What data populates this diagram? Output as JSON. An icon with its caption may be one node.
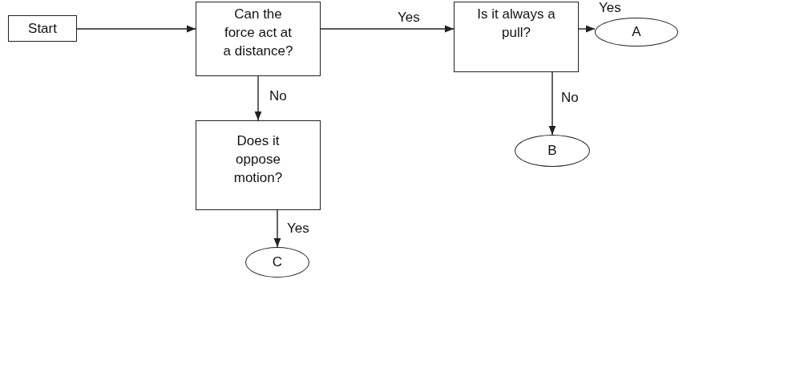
{
  "diagram": {
    "nodes": [
      {
        "text": [
          "Start"
        ]
      },
      {
        "text": [
          "Can the force act at a distance?"
        ]
      },
      {
        "text": [
          "Is it always a pull?"
        ]
      },
      {
        "text": [
          "A"
        ]
      },
      {
        "text": [
          "Does it oppose motion?"
        ]
      },
      {
        "text": [
          "B"
        ]
      },
      {
        "text": [
          "C"
        ]
      }
    ],
    "edges": [
      {
        "from": 0,
        "to": 1,
        "arrow": "to"
      },
      {
        "from": 1,
        "to": 2,
        "arrow": "to",
        "label": "Yes"
      },
      {
        "from": 2,
        "to": 3,
        "arrow": "to",
        "label": "Yes"
      },
      {
        "from": 1,
        "to": 4,
        "arrow": "to",
        "label": "No"
      },
      {
        "from": 2,
        "to": 5,
        "arrow": "to",
        "label": "No"
      },
      {
        "from": 4,
        "to": 6,
        "arrow": "to",
        "label": "Yes"
      }
    ]
  }
}
